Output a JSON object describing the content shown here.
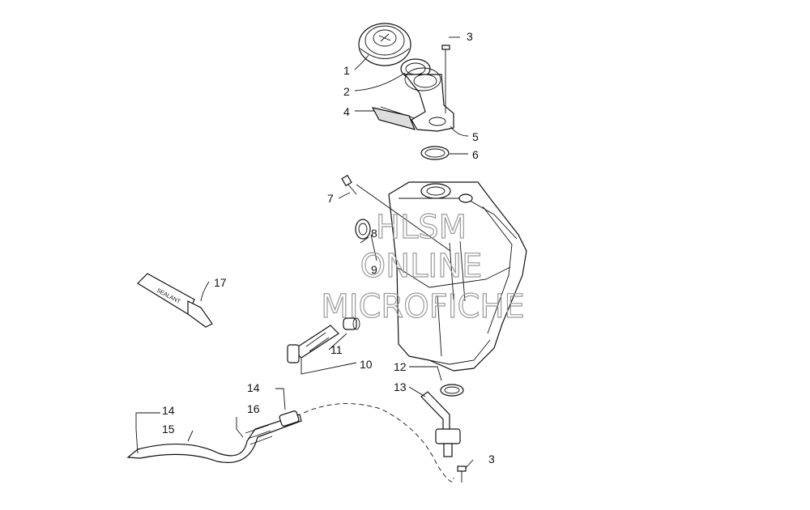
{
  "callouts": [
    "1",
    "2",
    "3",
    "4",
    "5",
    "6",
    "7",
    "8",
    "9",
    "10",
    "11",
    "12",
    "13",
    "14",
    "15",
    "16",
    "17"
  ],
  "callout_3b": "3",
  "callout_14b": "14",
  "tube_label": "SEALANT",
  "watermark": {
    "line1": "HLSM",
    "line2": "ONLINE",
    "line3": "MICROFICHE"
  },
  "colors": {
    "ink": "#111111",
    "watermark": "#9a9a9a",
    "background": "#ffffff"
  }
}
